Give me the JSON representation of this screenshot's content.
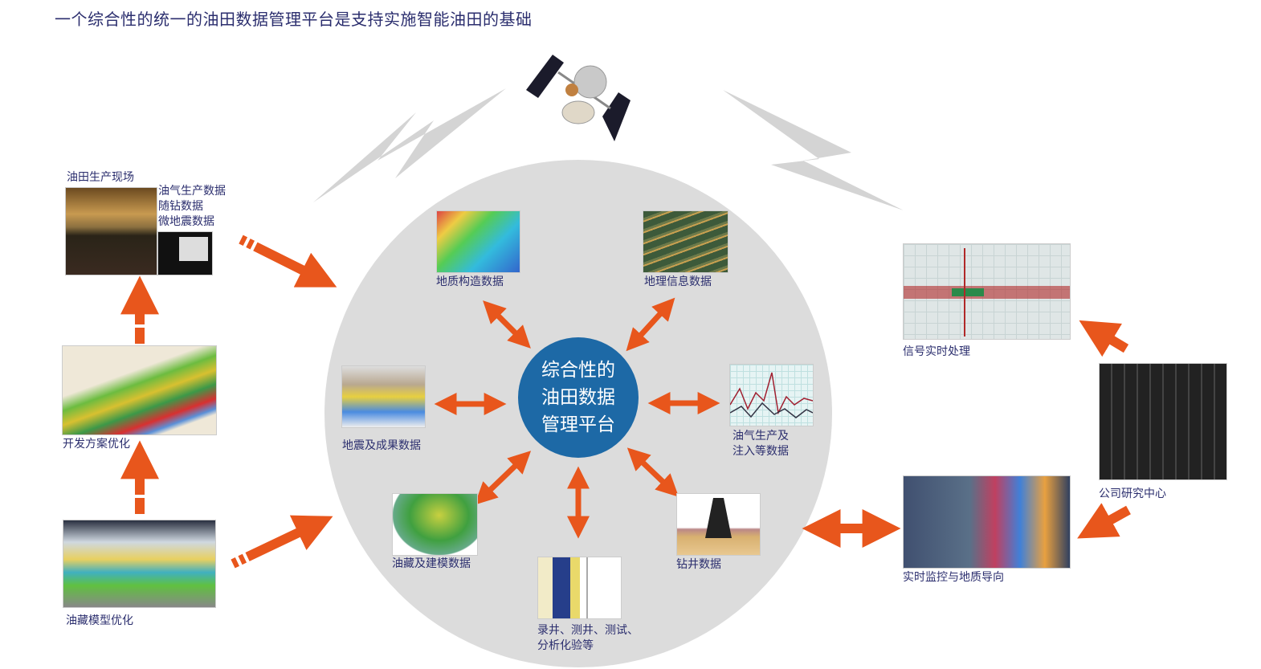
{
  "title": "一个综合性的统一的油田数据管理平台是支持实施智能油田的基础",
  "core": {
    "line1": "综合性的",
    "line2": "油田数据",
    "line3": "管理平台"
  },
  "inner": {
    "geology": "地质构造数据",
    "geo_info": "地理信息数据",
    "seismic": "地震及成果数据",
    "production_line1": "油气生产及",
    "production_line2": "注入等数据",
    "reservoir": "油藏及建模数据",
    "logging_line1": "录井、测井、测试、",
    "logging_line2": "分析化验等",
    "drilling": "钻井数据"
  },
  "left": {
    "field_title": "油田生产现场",
    "field_data": [
      "油气生产数据",
      "随钻数据",
      "微地震数据"
    ],
    "dev_plan": "开发方案优化",
    "reservoir_model": "油藏模型优化"
  },
  "right": {
    "signal": "信号实时处理",
    "research": "公司研究中心",
    "monitor": "实时监控与地质导向"
  },
  "colors": {
    "title": "#2b2e6e",
    "core": "#1d69a6",
    "arrow": "#e8561c",
    "circle": "#dcdcdc"
  }
}
